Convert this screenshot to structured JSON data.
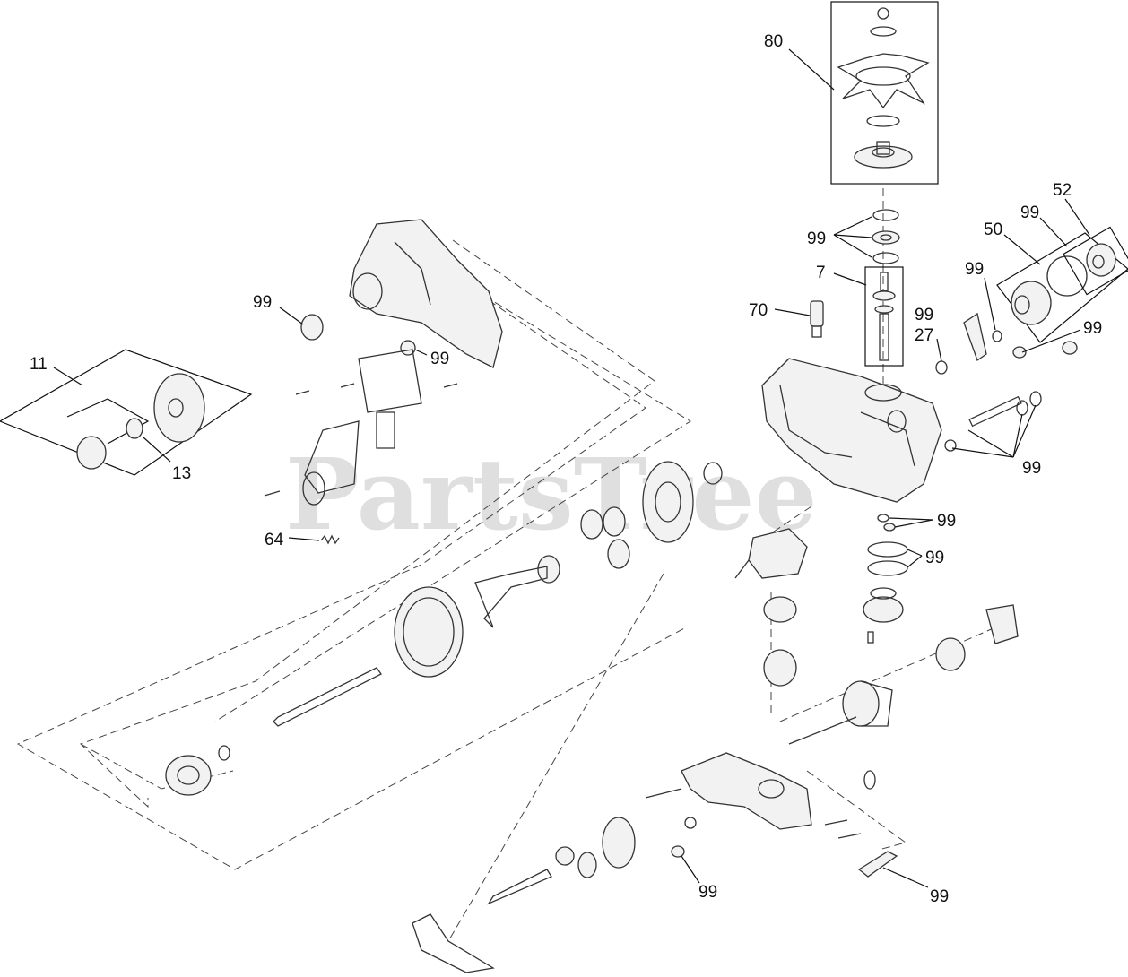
{
  "watermark": "PartsTree",
  "callouts": {
    "c80": "80",
    "c99_top": "99",
    "c7": "7",
    "c70": "70",
    "c50": "50",
    "c99_filter": "99",
    "c52": "52",
    "c99_bracket": "99",
    "c99_27": "99",
    "c27": "27",
    "c99_right": "99",
    "c99_seals": "99",
    "c99_pump1": "99",
    "c99_pump2": "99",
    "c99_housing": "99",
    "c99_bearing": "99",
    "c11": "11",
    "c13": "13",
    "c64": "64",
    "c99_bottom_mid": "99",
    "c99_bottom_right": "99"
  }
}
